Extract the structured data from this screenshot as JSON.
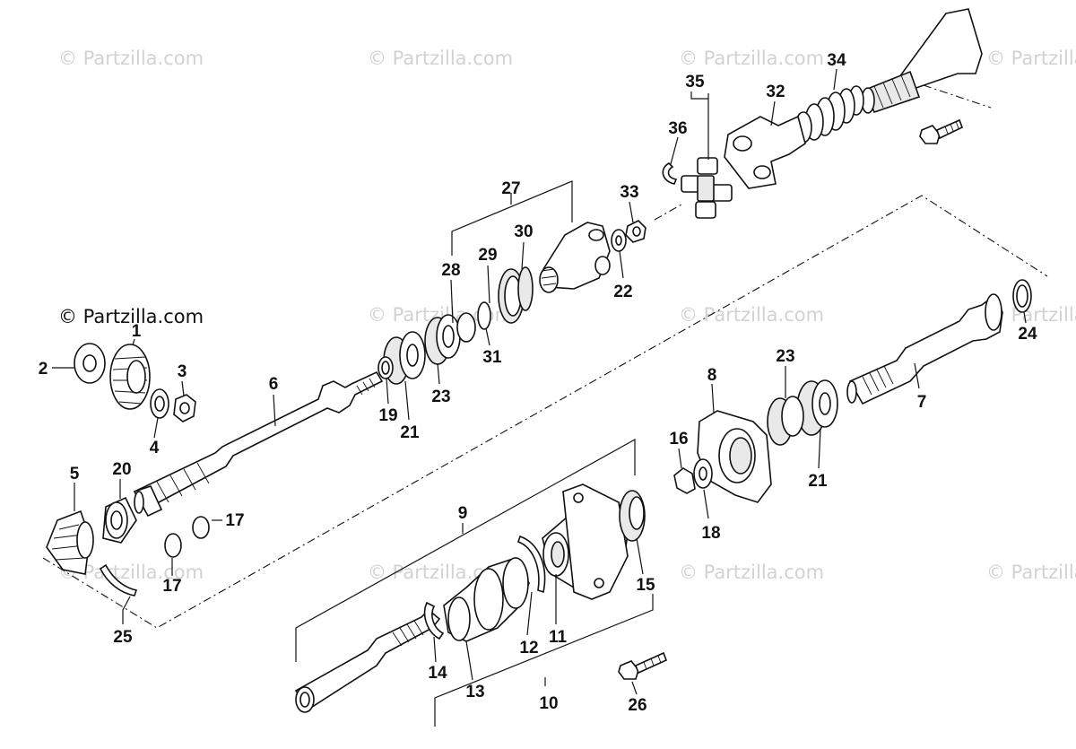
{
  "watermark": "© Partzilla.com",
  "callouts": [
    "1",
    "2",
    "3",
    "4",
    "5",
    "6",
    "7",
    "8",
    "9",
    "10",
    "11",
    "12",
    "13",
    "14",
    "15",
    "16",
    "17",
    "17",
    "18",
    "19",
    "20",
    "21",
    "21",
    "22",
    "23",
    "23",
    "24",
    "25",
    "26",
    "27",
    "28",
    "29",
    "30",
    "31",
    "32",
    "33",
    "34",
    "35",
    "36"
  ]
}
